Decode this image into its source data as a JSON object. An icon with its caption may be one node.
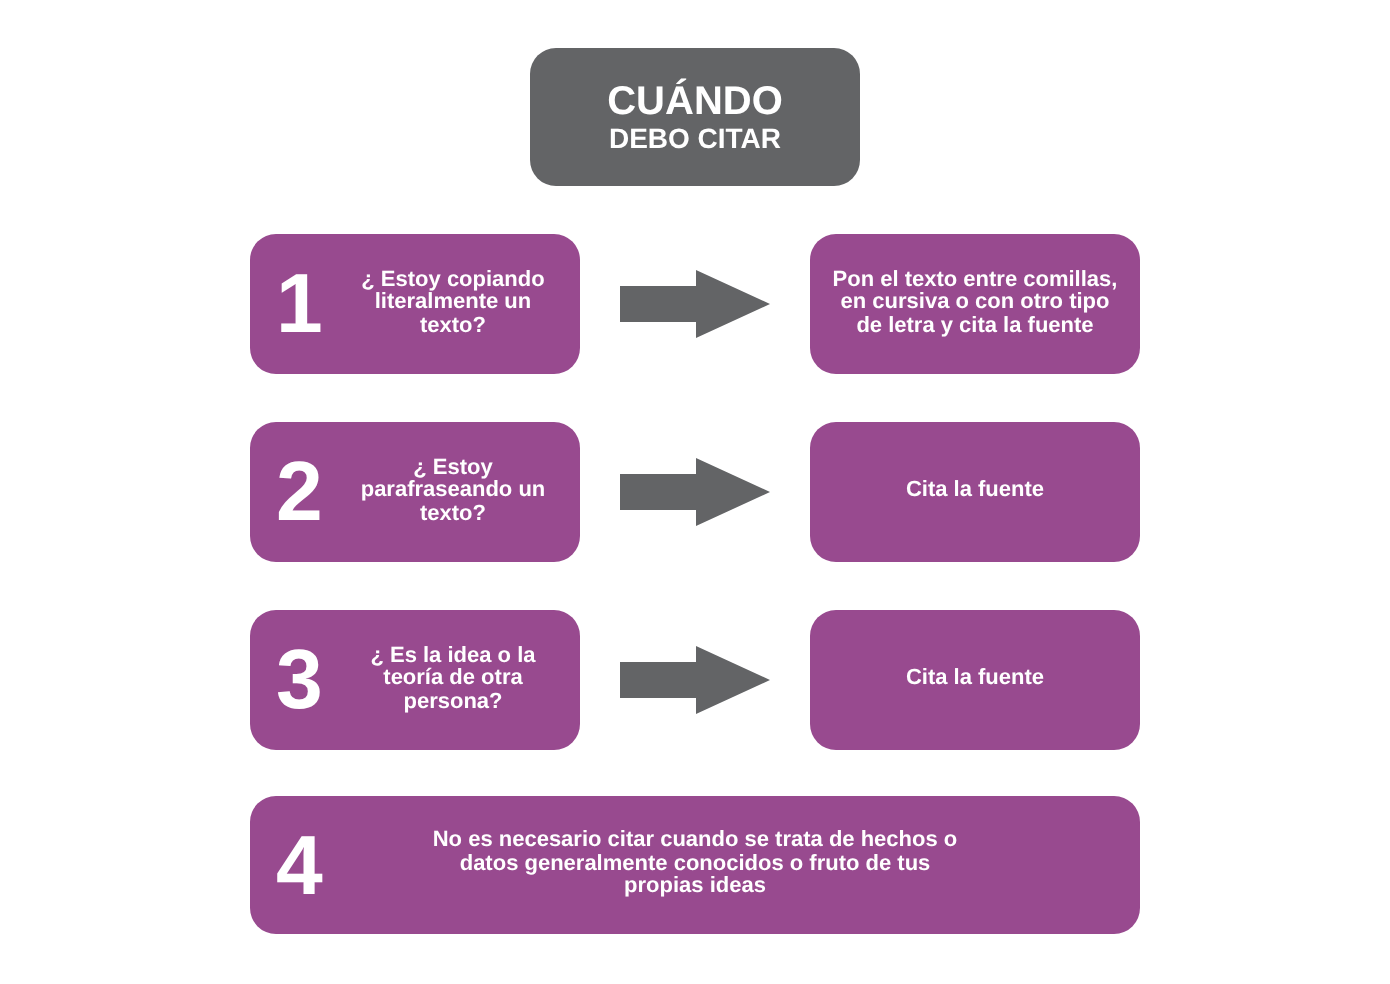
{
  "diagram": {
    "title": "CUÁNDO DEBO CITAR",
    "nodes": [
      {
        "text": [
          "1",
          "¿ Estoy copiando literalmente un texto?"
        ]
      },
      {
        "text": [
          "Pon el texto entre comillas, en cursiva o con otro tipo de letra y cita la fuente"
        ]
      },
      {
        "text": [
          "2",
          "¿ Estoy parafraseando un texto?"
        ]
      },
      {
        "text": [
          "Cita la fuente"
        ]
      },
      {
        "text": [
          "3",
          "¿ Es la idea o la teoría de otra persona?"
        ]
      },
      {
        "text": [
          "Cita la fuente"
        ]
      },
      {
        "text": [
          "4",
          "No es necesario citar cuando se trata de hechos o datos generalmente conocidos o fruto de tus propias ideas"
        ]
      }
    ],
    "edges": [
      {
        "from": 0,
        "to": 1,
        "arrow": "to"
      },
      {
        "from": 2,
        "to": 3,
        "arrow": "to"
      },
      {
        "from": 4,
        "to": 5,
        "arrow": "to"
      }
    ]
  }
}
